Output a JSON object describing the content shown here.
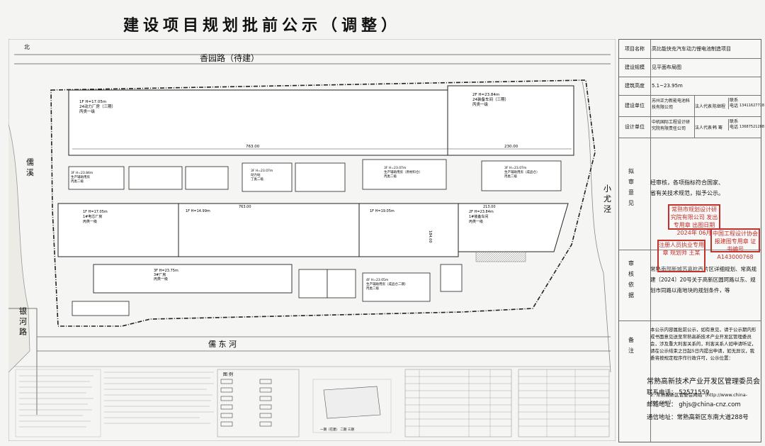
{
  "title": "建设项目规划批前公示（调整）",
  "map": {
    "roads": {
      "north": "香园路（待建）",
      "west": "儒 溪",
      "east": "小 尤 泾",
      "south_river": "儒 东 河",
      "southwest": "银 河 路",
      "north_arrow": "北"
    },
    "buildings": [
      {
        "id": "b1",
        "text": "1F H=17.05m",
        "sub": "24动力厂房（三期）",
        "note": "丙类一级"
      },
      {
        "id": "b2",
        "text": "2F H=23.84m",
        "sub": "24装备车间（三期）",
        "note": "丙类一级"
      },
      {
        "id": "b3",
        "text": "3F H=23.84m",
        "sub": "生产辅助用房",
        "note": "丙类二级"
      },
      {
        "id": "b4",
        "text": "3F H=23.07m",
        "sub": "动力站",
        "note": "丁类二级"
      },
      {
        "id": "b5",
        "text": "3F H=23.07m",
        "sub": "生产辅助用房（原材料仓）",
        "note": "丙类二级"
      },
      {
        "id": "b6",
        "text": "3F H=23.07m",
        "sub": "生产辅助用房（成品仓）",
        "note": "丙类二级"
      },
      {
        "id": "b7",
        "text": "1F H=17.05m",
        "sub": "1#电芯厂房",
        "note": "丙类一级"
      },
      {
        "id": "b8",
        "text": "1F H=14.99m",
        "sub": "",
        "note": ""
      },
      {
        "id": "b9",
        "text": "1F H=19.05m",
        "sub": "",
        "note": ""
      },
      {
        "id": "b10",
        "text": "2F H=23.84m",
        "sub": "1#装备车间",
        "note": "丙类一级"
      },
      {
        "id": "b11",
        "text": "3F H=23.75m",
        "sub": "3#厂房",
        "note": "丙类一级"
      },
      {
        "id": "b12",
        "text": "4F H=23.05m",
        "sub": "生产辅助用房（成品仓二期）",
        "note": "丙类二级"
      }
    ],
    "dims": [
      "763.00",
      "230.00",
      "763.00",
      "213.00",
      "184.00"
    ],
    "legend_title": "图  例",
    "location_title": "一期（在建）  二期  三期"
  },
  "panel": {
    "project_label": "项目名称",
    "project_value": "高比能快充汽车动力锂电池制造项目",
    "scale_label": "建设规模",
    "scale_value": "见平面布局图",
    "height_label": "建筑高度",
    "height_value": "5.1~23.95m",
    "builder_label": "建设单位",
    "builder_value": "苏州正力新能电池科技有限公司",
    "designer_label": "设计单位",
    "designer_value": "中机国际工程设计研究院有限责任公司",
    "legal_label": "法人代表",
    "builder_legal": "陈继程",
    "designer_legal": "韩  骞",
    "contact_label": "联系电话",
    "builder_phone": "13411627718",
    "designer_phone": "13687521288",
    "opinion_label": "拟审意见",
    "opinion_text": "经审核，各项指标符合国家、省有关技术规范，拟予公示。",
    "basis_label": "审核依据",
    "basis_text": "常熟南部新城苏嘉杭西片区详细规划、常高规建〔2024〕20号关于高新区圆珂路以东、规划市同路以南地块的规划条件，等",
    "remark_label": "备注",
    "remark_text": "本公示内容属批前公示，如有意见，请于公示期内形成书面意见送至常熟高新技术产业开发区管理委员会，涉及重大利害关系的，利害关系人如申请听证，请在公示结束之日起5日内提出申请，如无异议，我委将按规定程序作行政许可，公示位置：",
    "remark_web": "2. 常熟高新区管委会网站（http://www.china-cnz.com）",
    "org": "常熟高新技术产业开发区管理委员会",
    "phone_line": "联系电话：  52571559",
    "email_line": "邮箱地址：  ghjs@china-cnz.com",
    "addr_line": "通信地址：常熟高新区东南大道288号"
  },
  "stamps": {
    "s1": "常熟市规划设计研究院有限公司 发出专用章 出图日期 2024年 06月",
    "s2": "中国工程设计协会 报建图专用章 证书编号 A143000768",
    "s3": "注册人员执业专用章 规划师 王某"
  }
}
